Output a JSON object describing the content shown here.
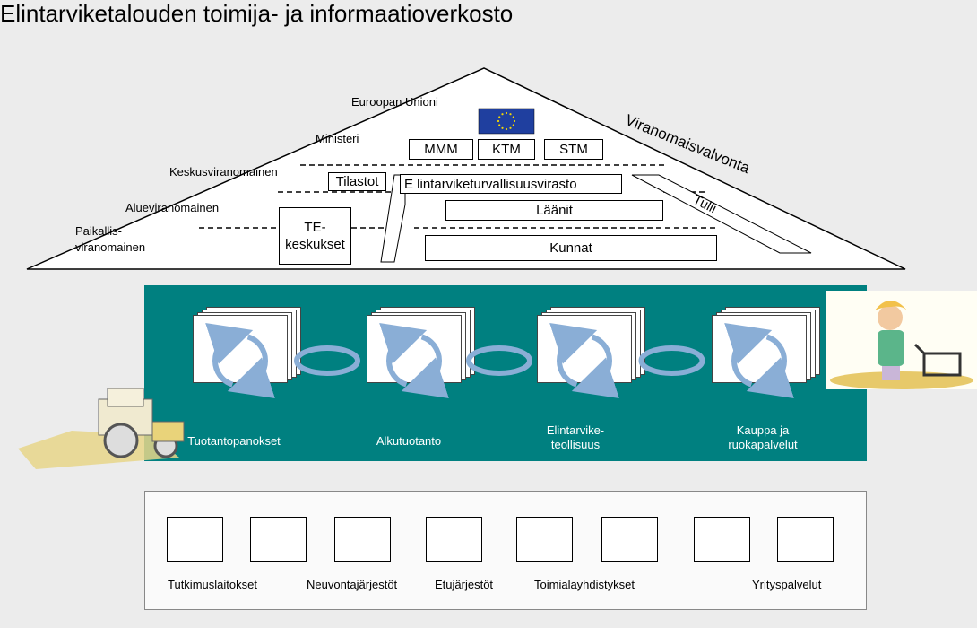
{
  "title": "Elintarviketalouden toimija- ja informaatioverkosto",
  "house": {
    "levels": [
      "Euroopan Unioni",
      "Ministeri",
      "Keskusviranomainen",
      "Alueviranomainen",
      "Paikallis-",
      "viranomainen"
    ],
    "ministries": [
      "MMM",
      "KTM",
      "STM"
    ],
    "agency_boxes": {
      "tilastot": "Tilastot",
      "evira": "E lintarviketurvallisuusvirasto",
      "laanit": "Läänit",
      "kunnat": "Kunnat",
      "te_line1": "TE-",
      "te_line2": "keskukset"
    },
    "supervision": "Viranomaisvalvonta",
    "customs": "Tulli",
    "colors": {
      "eu_flag": "#1f3f9f",
      "eu_stars": "#f5d800"
    }
  },
  "chain": {
    "color": "#008080",
    "stages": [
      {
        "line1": "Tuotantopanokset",
        "line2": ""
      },
      {
        "line1": "Alkutuotanto",
        "line2": ""
      },
      {
        "line1": "Elintarvike-",
        "line2": "teollisuus"
      },
      {
        "line1": "Kauppa ja",
        "line2": "ruokapalvelut"
      }
    ],
    "arrow_color": "#8aaed6"
  },
  "actors": {
    "labels": [
      "Tutkimuslaitokset",
      "Neuvontajärjestöt",
      "Etujärjestöt",
      "Toimialayhdistykset",
      "Yrityspalvelut"
    ]
  }
}
